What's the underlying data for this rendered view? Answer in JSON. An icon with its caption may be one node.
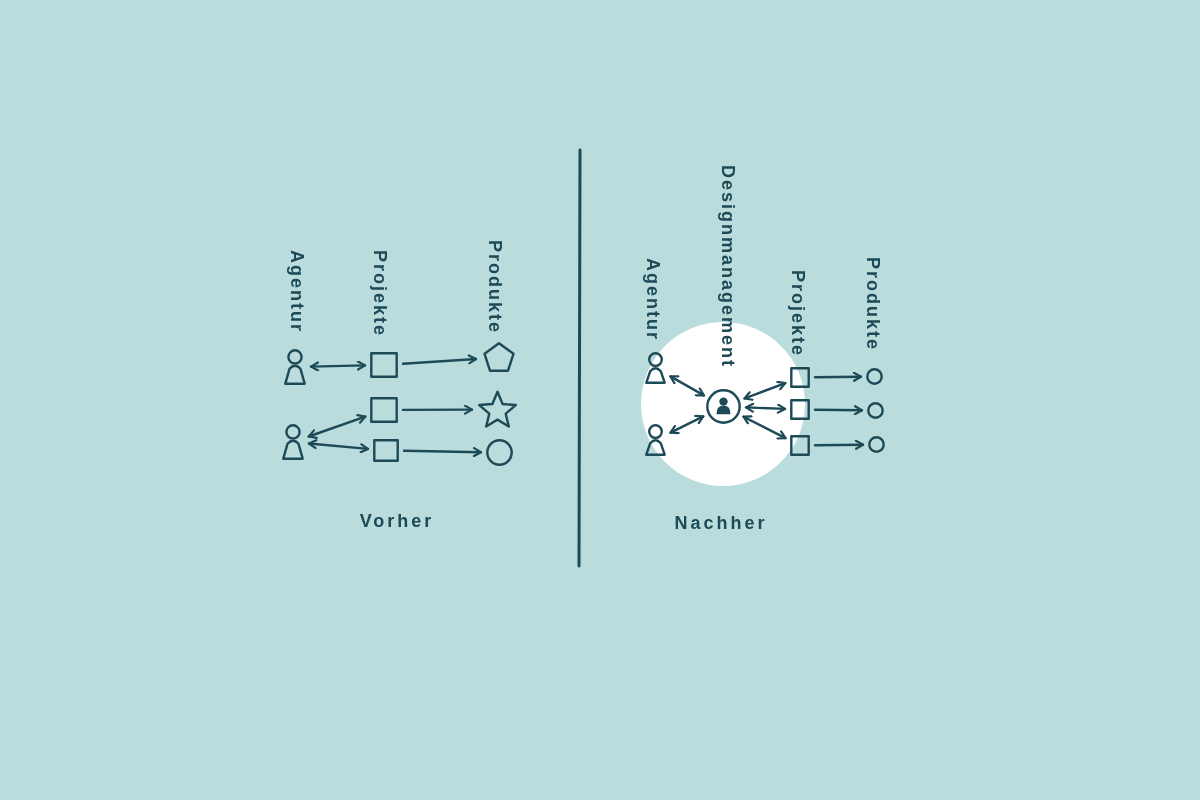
{
  "diagram": {
    "nodes": [
      {
        "text": [],
        "shape": "person"
      },
      {
        "text": [],
        "shape": "person"
      },
      {
        "text": [],
        "shape": "box"
      },
      {
        "text": [],
        "shape": "box"
      },
      {
        "text": [],
        "shape": "box"
      },
      {
        "text": [],
        "shape": "pentagon"
      },
      {
        "text": [],
        "shape": "star"
      },
      {
        "text": [],
        "shape": "circle"
      },
      {
        "text": [],
        "shape": "person"
      },
      {
        "text": [],
        "shape": "person"
      },
      {
        "text": [],
        "shape": "person"
      },
      {
        "text": [],
        "shape": "box"
      },
      {
        "text": [],
        "shape": "box"
      },
      {
        "text": [],
        "shape": "box"
      },
      {
        "text": [],
        "shape": "circle"
      },
      {
        "text": [],
        "shape": "circle"
      },
      {
        "text": [],
        "shape": "circle"
      }
    ],
    "edges": [
      {
        "from": 0,
        "to": 2,
        "arrow": "both"
      },
      {
        "from": 1,
        "to": 3,
        "arrow": "both"
      },
      {
        "from": 1,
        "to": 4,
        "arrow": "both"
      },
      {
        "from": 2,
        "to": 5,
        "arrow": "to"
      },
      {
        "from": 3,
        "to": 6,
        "arrow": "to"
      },
      {
        "from": 4,
        "to": 7,
        "arrow": "to"
      },
      {
        "from": 8,
        "to": 10,
        "arrow": "both"
      },
      {
        "from": 9,
        "to": 10,
        "arrow": "both"
      },
      {
        "from": 10,
        "to": 11,
        "arrow": "both"
      },
      {
        "from": 10,
        "to": 12,
        "arrow": "both"
      },
      {
        "from": 10,
        "to": 13,
        "arrow": "both"
      },
      {
        "from": 11,
        "to": 14,
        "arrow": "to"
      },
      {
        "from": 12,
        "to": 15,
        "arrow": "to"
      },
      {
        "from": 13,
        "to": 16,
        "arrow": "to"
      }
    ],
    "labels": [
      "Agentur",
      "Projekte",
      "Produkte",
      "Vorher",
      "Agentur",
      "Designmanagement",
      "Projekte",
      "Produkte",
      "Nachher"
    ]
  }
}
